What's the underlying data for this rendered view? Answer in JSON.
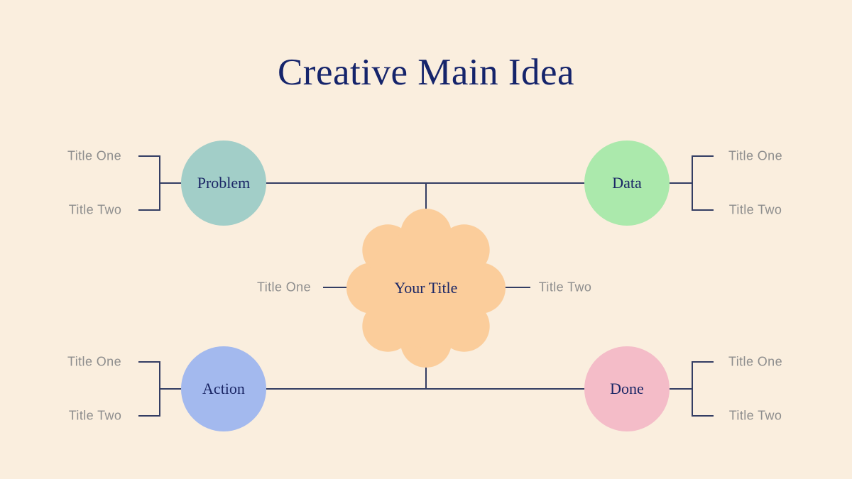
{
  "title": {
    "text": "Creative Main Idea",
    "color": "#15246B"
  },
  "background_color": "#FAEEDE",
  "connector_color": "#333D63",
  "side_label_color": "#8D8D8D",
  "center": {
    "label": "Your Title",
    "shape": "flower-icon",
    "color": "#FBCD9B",
    "left_label": "Title One",
    "right_label": "Title Two"
  },
  "nodes": [
    {
      "label": "Problem",
      "color": "#A2CEC8",
      "position": "top-left",
      "title_one": "Title One",
      "title_two": "Title Two"
    },
    {
      "label": "Data",
      "color": "#ABE9AC",
      "position": "top-right",
      "title_one": "Title One",
      "title_two": "Title Two"
    },
    {
      "label": "Action",
      "color": "#A3B9EE",
      "position": "bottom-left",
      "title_one": "Title One",
      "title_two": "Title Two"
    },
    {
      "label": "Done",
      "color": "#F4BCC8",
      "position": "bottom-right",
      "title_one": "Title One",
      "title_two": "Title Two"
    }
  ]
}
